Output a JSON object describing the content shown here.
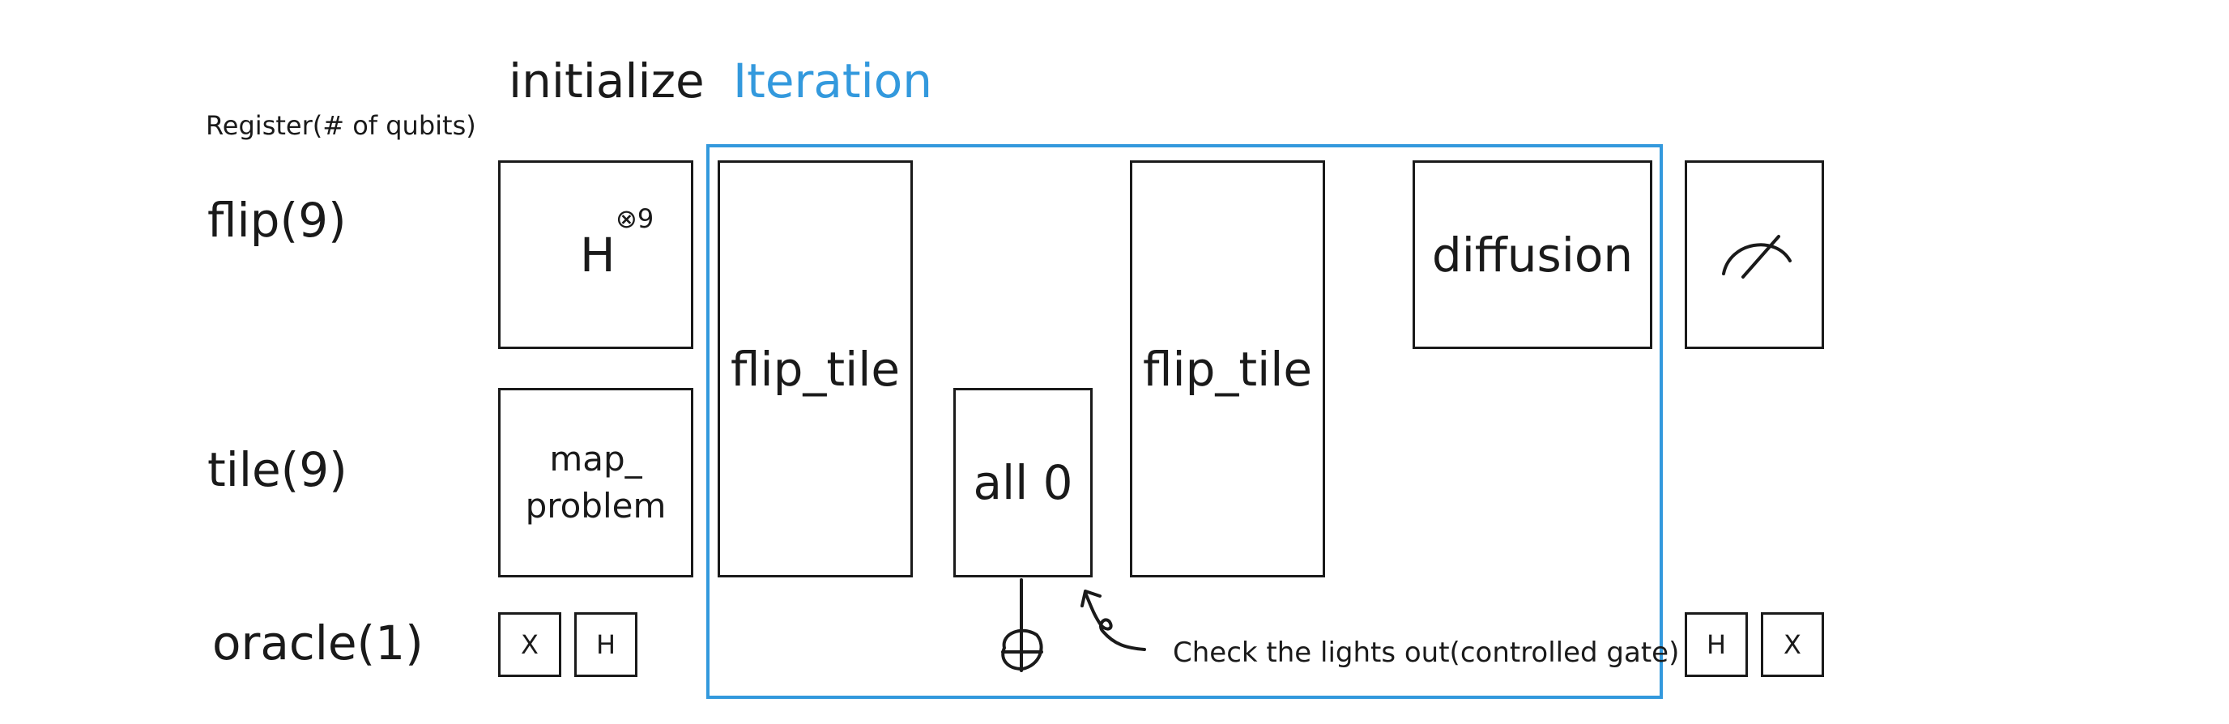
{
  "header": {
    "initialize": "initialize",
    "iteration": "Iteration",
    "register_note": "Register(# of qubits)"
  },
  "registers": {
    "flip": "flip(9)",
    "tile": "tile(9)",
    "oracle": "oracle(1)"
  },
  "gates": {
    "hadamard": "H",
    "hadamard_power": "⊗9",
    "map_problem_line1": "map_",
    "map_problem_line2": "problem",
    "x_left": "X",
    "h_left": "H",
    "flip_tile_1": "flip_tile",
    "all0": "all 0",
    "flip_tile_2": "flip_tile",
    "diffusion": "diffusion",
    "h_right": "H",
    "x_right": "X"
  },
  "annotation": "Check the lights out(controlled gate)",
  "colors": {
    "iteration_accent": "#3399DD",
    "stroke": "#1a1a1a"
  },
  "icons": {
    "measure": "measurement-meter-icon",
    "target": "xor-target-icon",
    "arrow": "curly-arrow-icon"
  }
}
